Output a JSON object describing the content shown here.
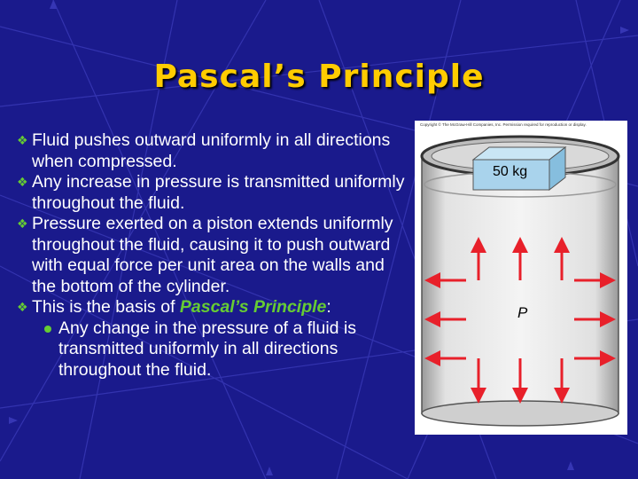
{
  "slide": {
    "title": "Pascal’s Principle",
    "bullets": [
      "Fluid pushes outward uniformly in all directions when compressed.",
      "Any increase in pressure is transmitted uniformly throughout the fluid.",
      "Pressure exerted on a piston extends uniformly throughout the fluid, causing it to push outward with equal force per unit area on the walls and the bottom of the cylinder."
    ],
    "bullet4_prefix": "This is the basis of ",
    "bullet4_emphasis": "Pascal’s Principle",
    "bullet4_suffix": ":",
    "sub_bullet": "Any change in the pressure of a fluid is transmitted uniformly in all directions throughout the fluid.",
    "bullet_marker": "❖"
  },
  "figure": {
    "copyright": "Copyright © The McGraw-Hill Companies, Inc. Permission required for reproduction or display.",
    "mass_label": "50 kg",
    "pressure_label": "P",
    "arrow_color": "#e8202a",
    "block_color": "#a9d3ec"
  },
  "colors": {
    "background": "#1a1a8c",
    "title": "#ffcc00",
    "accent": "#66cc33",
    "text": "#ffffff"
  }
}
